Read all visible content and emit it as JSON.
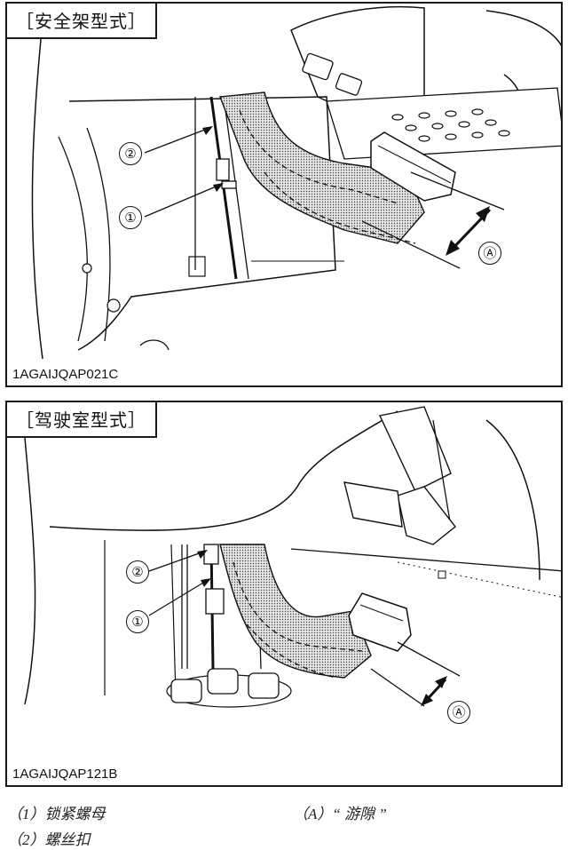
{
  "panels": [
    {
      "label": "［安全架型式］",
      "figure_code": "1AGAIJQAP021C",
      "callouts": [
        "②",
        "①",
        "Ⓐ"
      ]
    },
    {
      "label": "［驾驶室型式］",
      "figure_code": "1AGAIJQAP121B",
      "callouts": [
        "②",
        "①",
        "Ⓐ"
      ]
    }
  ],
  "legend": {
    "item1": "（1）锁紧螺母",
    "item2": "（2）螺丝扣",
    "itemA": "（A）“ 游隙 ”"
  },
  "icons": [
    "pedal-icon",
    "lock-nut-icon",
    "turnbuckle-icon"
  ]
}
